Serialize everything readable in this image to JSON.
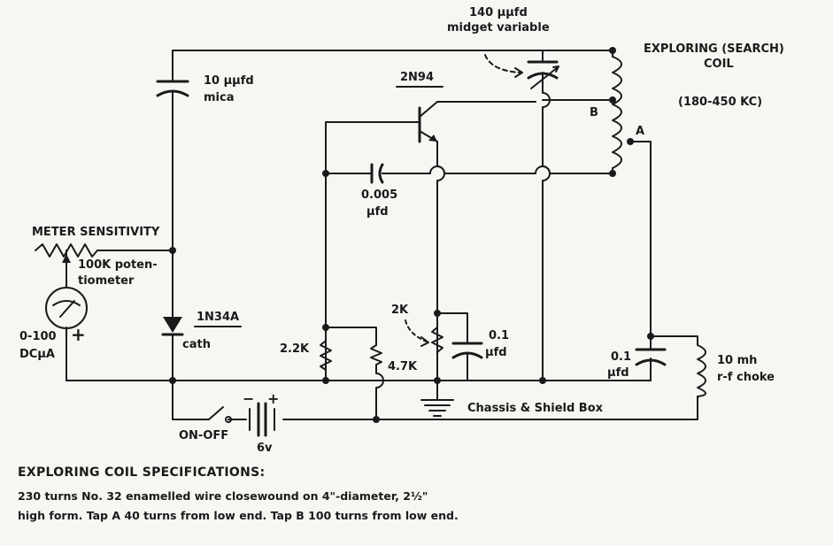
{
  "labels": {
    "var_cap_value": "140 μμfd",
    "var_cap_type": "midget variable",
    "coil_title_1": "EXPLORING (SEARCH)",
    "coil_title_2": "COIL",
    "coil_freq": "(180-450 KC)",
    "mica_value": "10 μμfd",
    "mica_type": "mica",
    "transistor": "2N94",
    "tap_b": "B",
    "tap_a": "A",
    "cap_005_value": "0.005",
    "cap_005_unit": "μfd",
    "meter_sensitivity": "METER SENSITIVITY",
    "pot_1": "100K poten-",
    "pot_2": "tiometer",
    "diode": "1N34A",
    "cath": "cath",
    "meter_1": "0-100",
    "meter_2": "DCμA",
    "plus": "+",
    "r22": "2.2K",
    "r47": "4.7K",
    "r2k": "2K",
    "cap01a_1": "0.1",
    "cap01a_2": "μfd",
    "cap01b_1": "0.1",
    "cap01b_2": "μfd",
    "choke_1": "10 mh",
    "choke_2": "r-f choke",
    "chassis": "Chassis & Shield Box",
    "onoff": "ON-OFF",
    "batt_minus": "−",
    "batt_plus": "+",
    "batt_volt": "6v"
  },
  "specs": {
    "title": "EXPLORING COIL SPECIFICATIONS:",
    "line1": "230 turns No. 32 enamelled wire closewound on 4\"-diameter, 2½\"",
    "line2": "high form. Tap A 40 turns from low end. Tap B 100 turns from low end."
  }
}
